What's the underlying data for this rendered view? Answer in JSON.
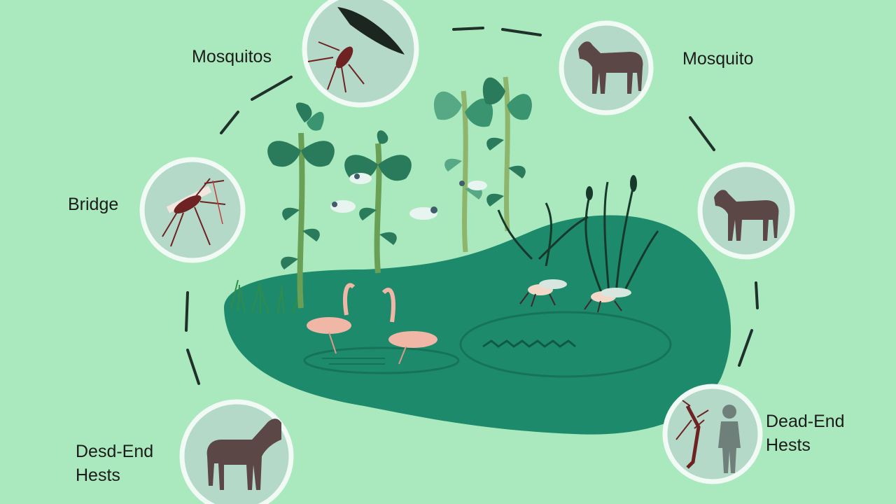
{
  "colors": {
    "background": "#a9e9bd",
    "pond": "#1e8a6c",
    "pond_dark": "#14664f",
    "circle_fill": "#b5d9c9",
    "circle_ring": "#f1faf4",
    "leaf": "#2a7a5c",
    "stem": "#6a9f56",
    "horse": "#5c4747",
    "flamingo": "#f0b7a7",
    "mosquito": "#6e2222",
    "person": "#6f7f7a"
  },
  "labels": {
    "top_left": "Mosquitos",
    "top_right": "Mosquito",
    "left": "Bridge",
    "bottom_left_line1": "Desd-End",
    "bottom_left_line2": "Hests",
    "bottom_right_line1": "Dead-End",
    "bottom_right_line2": "Hests"
  },
  "icons": {
    "top_left_circle": "mosquito-icon",
    "top_right_circle": "horse-icon",
    "left_circle": "mosquito-icon",
    "right_circle": "horse-icon",
    "bottom_left_circle": "horse-icon",
    "bottom_right_circle": "mosquito-and-person-icon"
  }
}
